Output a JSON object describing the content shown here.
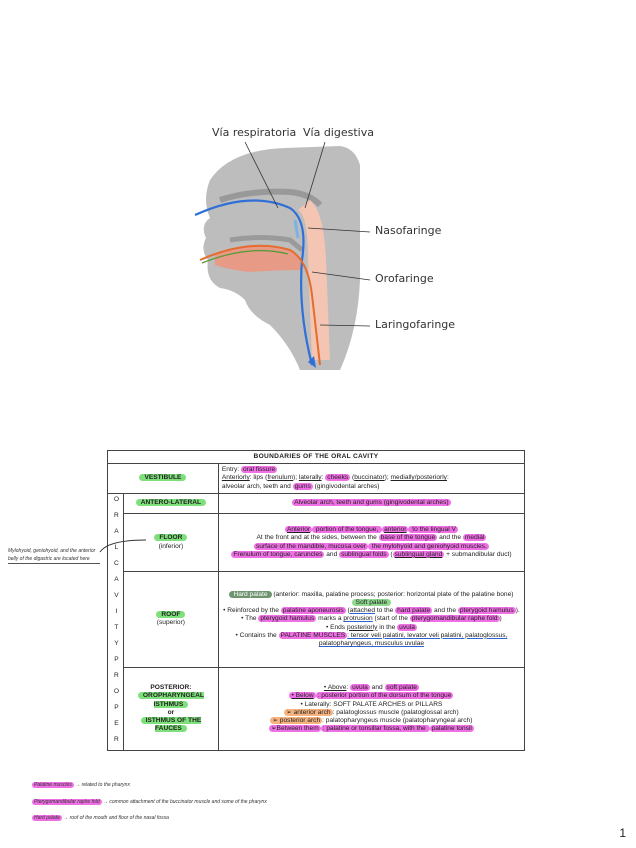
{
  "figure": {
    "labels": {
      "respiratory": "Vía respiratoria",
      "digestive": "Vía digestiva",
      "nasopharynx": "Nasofaringe",
      "oropharynx": "Orofaringe",
      "laryngopharynx": "Laringofaringe"
    }
  },
  "table": {
    "title": "BOUNDARIES OF THE ORAL CAVITY",
    "vertical_label": "O R A L C A V I T Y P R O P E R",
    "vestibule": {
      "label": "VESTIBULE",
      "entry_a": "Entry: ",
      "entry_b": "oral fissure",
      "l1a": "Anteriorly",
      "l1b": ": lips (",
      "l1c": "frenulum",
      "l1d": "); ",
      "l1e": "laterally",
      "l1f": ": ",
      "l1g": "cheeks",
      "l1h": " (",
      "l1i": "buccinator",
      "l1j": "); ",
      "l1k": "medially/posteriorly",
      "l1l": ":",
      "l2a": "alveolar arch, teeth and ",
      "l2b": "gums",
      "l2c": " (gingivodental arches)"
    },
    "anterolateral": {
      "label": "ANTERO-LATERAL",
      "text": "Alveolar arch, teeth and gums (gingivodental arches)"
    },
    "floor": {
      "label": "FLOOR",
      "sub": "(inferior)",
      "l1a": "Anterior",
      "l1b": " portion of the tongue, ",
      "l1c": "anterior",
      "l1d": " to the lingual V",
      "l2a": "At the front and at the sides, between the ",
      "l2b": "base of the tongue",
      "l2c": " and  the ",
      "l2d": "medial",
      "l3a": "surface of the mandible, mucosa over",
      "l3b": " the mylohyoid and geniohyoid muscles.",
      "l4a": "Frenulum of tongue, caruncles",
      "l4b": " and ",
      "l4c": "sublingual folds",
      "l4d": " (",
      "l4e": "sublingual gland",
      "l4f": " + submandibular duct)"
    },
    "roof": {
      "label": "ROOF",
      "sub": "(superior)",
      "hp_a": "Hard palate",
      "hp_b": " (anterior: maxilla, palatine process; posterior: horizontal plate of the palatine bone)",
      "sp": "Soft palate",
      "b1a": "• Reinforced by the ",
      "b1b": "palatine aponeurosis",
      "b1c": " (",
      "b1d": "attached",
      "b1e": " to the ",
      "b1f": "hard palate",
      "b1g": " and the ",
      "b1h": "pterygoid hamulus",
      "b1i": ").",
      "b2a": "• The ",
      "b2b": "pterygoid hamulus",
      "b2c": " marks a ",
      "b2d": "protrusion",
      "b2e": " (start of the ",
      "b2f": "pterygomandibular raphe fold",
      "b2g": ")",
      "b3a": "• Ends ",
      "b3b": "posteriorly",
      "b3c": " in the ",
      "b3d": "uvula",
      "b4a": "• Contains the ",
      "b4b": "PALATINE MUSCLES",
      "b4c": ": tensor veli palatini, levator veli palatini, palatoglossus, palatopharyngeus, musculus uvulae"
    },
    "posterior": {
      "l1": "POSTERIOR:",
      "l2": "OROPHARYNGEAL ISTHMUS",
      "l3": "or",
      "l4": "ISTHMUS OF THE FAUCES",
      "a1": "• Above",
      "a2": ": ",
      "a3": "uvula",
      "a4": " and ",
      "a5": "soft palate",
      "b1": "• Below",
      "b2": ": posterior portion of the dorsum of the tongue",
      "c1": "• Laterally: SOFT PALATE ARCHES or PILLARS",
      "d1": "➢ anterior arch",
      "d2": ": palatoglossus muscle (palatoglossal arch)",
      "e1": "➢ posterior arch",
      "e2": ": palatopharyngeus muscle (palatopharyngeal arch)",
      "f1": "➢Between them",
      "f2": ": palatine or tonsillar fossa, with the ",
      "f3": "palatine tonsil"
    }
  },
  "side_note": "Mylohyoid, geniohyoid, and the anterior belly of the digastric are located here",
  "legend": [
    {
      "key": "Palatine muscles",
      "text": "→ related to the pharynx"
    },
    {
      "key": "Pterygomandibular raphe fold",
      "text": "→ common attachment of the buccinator muscle and some of the pharynx"
    },
    {
      "key": "Hard palate",
      "text": "→ roof of the mouth and floor of the nasal fossa"
    }
  ],
  "page_number": "1"
}
